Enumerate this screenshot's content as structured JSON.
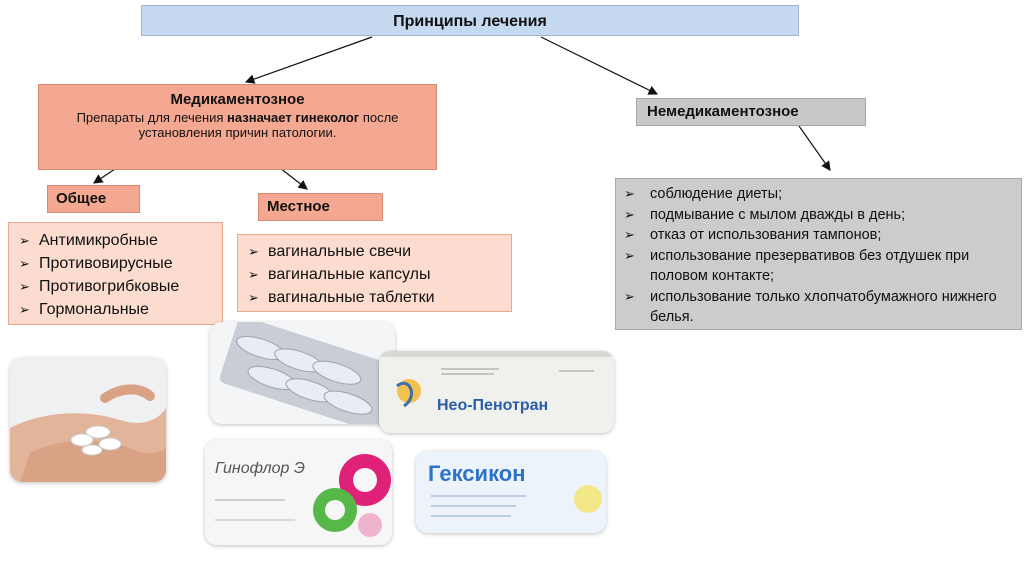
{
  "title": "Принципы лечения",
  "medical": {
    "title": "Медикаментозное",
    "desc_prefix": "Препараты для лечения ",
    "desc_bold": "назначает гинеколог",
    "desc_suffix": " после установления причин патологии."
  },
  "general": {
    "label": "Общее",
    "items": [
      "Антимикробные",
      "Противовирусные",
      "Противогрибковые",
      "Гормональные"
    ]
  },
  "local": {
    "label": "Местное",
    "items": [
      "вагинальные свечи",
      "вагинальные капсулы",
      "вагинальные таблетки"
    ]
  },
  "nonmedical": {
    "title": "Немедикаментозное",
    "items": [
      "соблюдение диеты;",
      "подмывание с мылом дважды в день;",
      "отказ от использования тампонов;",
      "использование презервативов без отдушек при половом контакте;",
      "использование только хлопчатобумажного нижнего белья."
    ]
  },
  "products": {
    "neo_penotran": "Нео-Пенотран",
    "ginoflor": "Гинофлор Э",
    "geksikon": "Гексикон"
  },
  "bullet_glyph": "➢",
  "colors": {
    "title_bg": "#c5d9f1",
    "medical_bg": "#f5a891",
    "list_bg": "#fbdccf",
    "nonmed_bg": "#cccccc"
  }
}
